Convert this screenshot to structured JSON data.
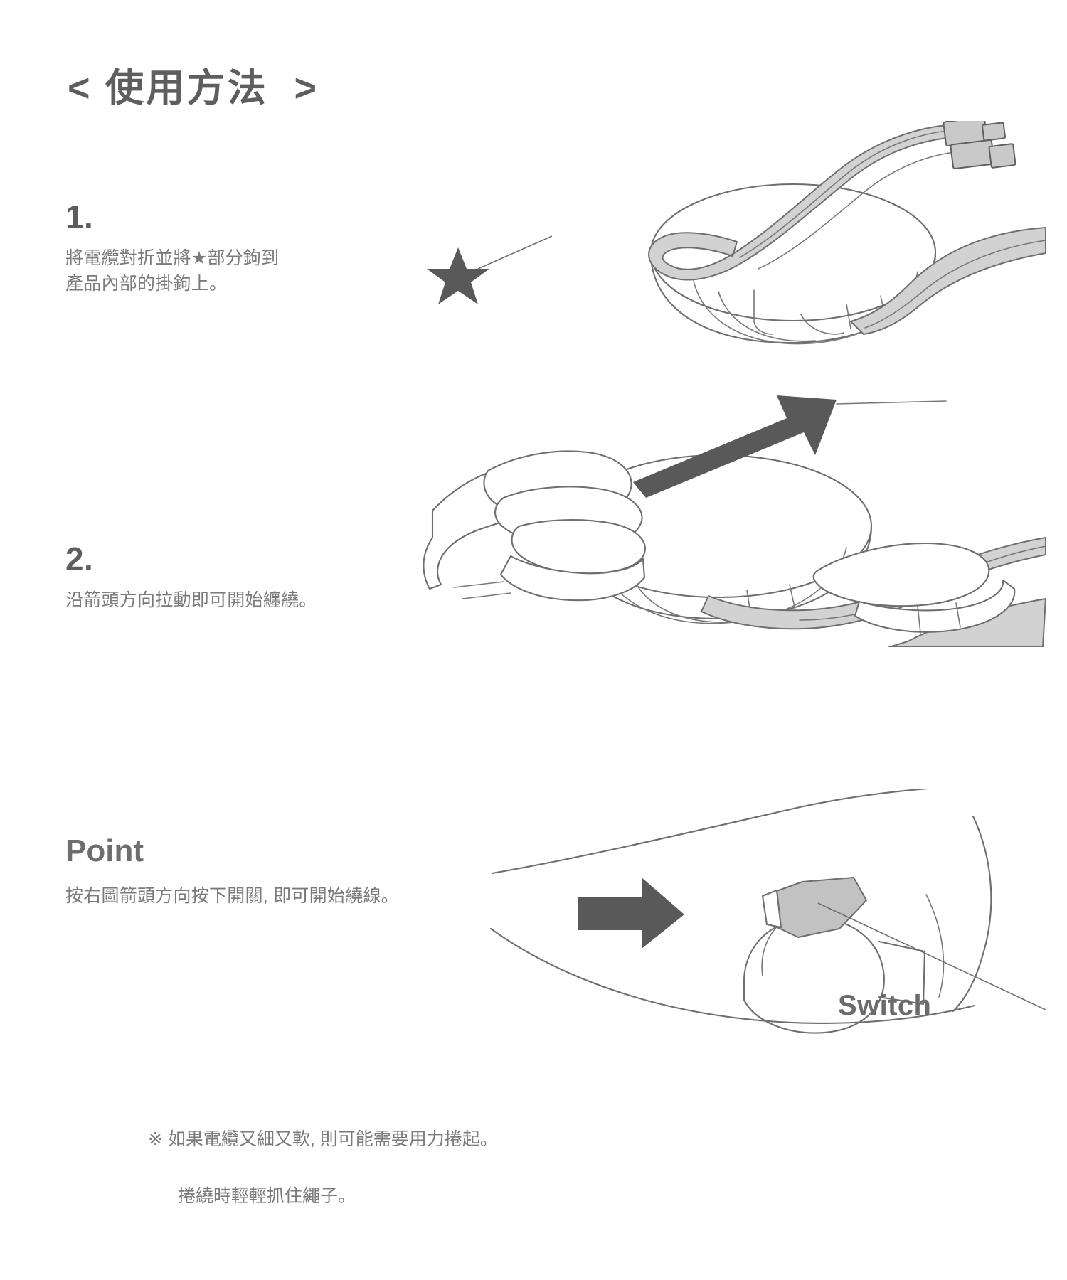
{
  "document": {
    "title": "< 使用方法  >",
    "language": "zh-Hant",
    "background_color": "#ffffff",
    "text_color": "#6b6b6b",
    "accent_color": "#595959"
  },
  "steps": [
    {
      "number": "1.",
      "text": "將電纜對折並將★部分鉤到\n產品內部的掛鉤上。",
      "illustration": "folded-cable-hooked-into-product"
    },
    {
      "number": "2.",
      "text": "沿箭頭方向拉動即可開始纏繞。",
      "illustration": "hand-pulling-cable-along-arrow"
    }
  ],
  "point": {
    "heading": "Point",
    "text": "按右圖箭頭方向按下開關, 即可開始繞線。",
    "callout_label": "Switch",
    "illustration": "press-switch-closeup-with-arrow"
  },
  "notes": [
    "※ 如果電纜又細又軟, 則可能需要用力捲起。",
    "捲繞時輕輕抓住繩子。"
  ],
  "icons": {
    "star_marker": "star-icon",
    "arrow_pull": "arrow-up-right-icon",
    "arrow_press": "arrow-right-icon"
  },
  "colors": {
    "line_art": "#6e6e6e",
    "cable_fill": "#d2d2d2",
    "connector_fill": "#c9c9c9",
    "arrow_fill": "#595959",
    "switch_highlight": "#c2c2c2"
  }
}
